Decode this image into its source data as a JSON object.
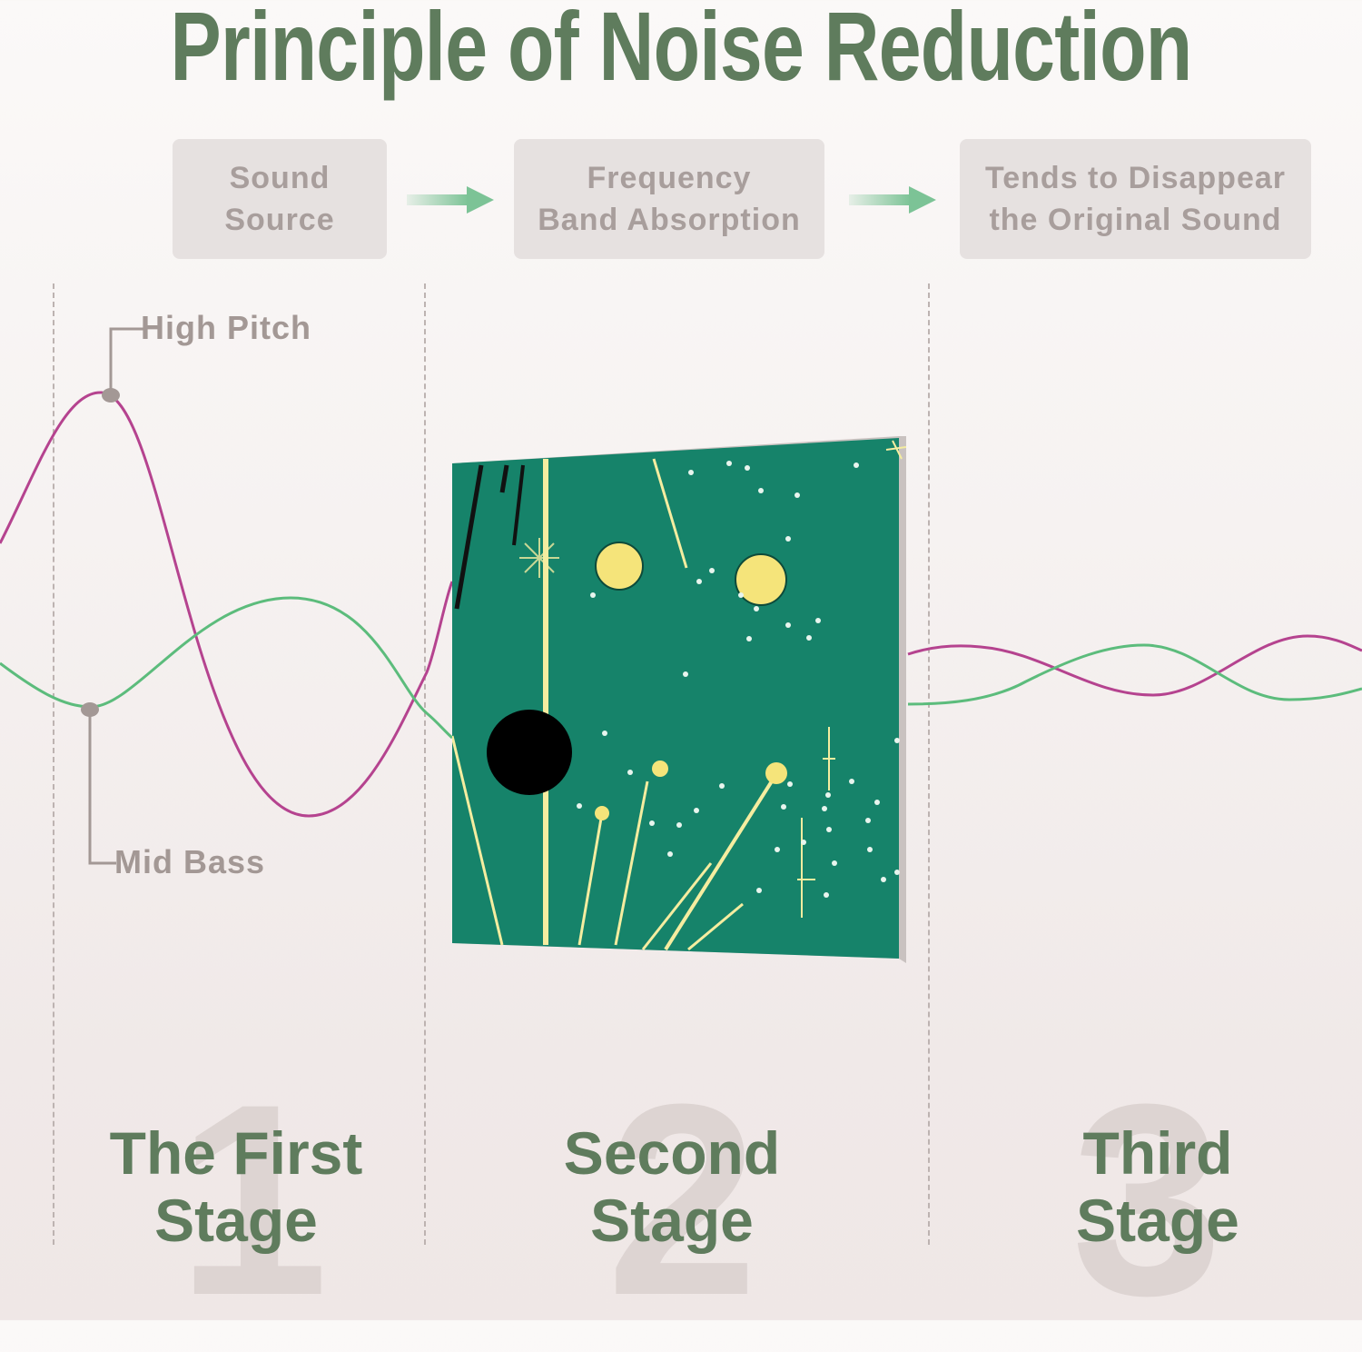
{
  "title": "Principle of Noise Reduction",
  "flow": {
    "steps": [
      {
        "line1": "Sound",
        "line2": "Source"
      },
      {
        "line1": "Frequency",
        "line2": "Band Absorption"
      },
      {
        "line1": "Tends to Disappear",
        "line2": "the Original Sound"
      }
    ],
    "arrow_color": "#7cc396"
  },
  "callouts": {
    "high_pitch": "High Pitch",
    "mid_bass": "Mid Bass"
  },
  "stages": [
    {
      "number": "1",
      "line1": "The First",
      "line2": "Stage"
    },
    {
      "number": "2",
      "line1": "Second",
      "line2": "Stage"
    },
    {
      "number": "3",
      "line1": "Third",
      "line2": "Stage"
    }
  ],
  "colors": {
    "title_green": "#5f7c5d",
    "high_pitch_wave": "#b5438f",
    "mid_bass_wave": "#5cbc7c",
    "panel_green": "#16836a",
    "panel_yellow": "#f5e47a"
  }
}
